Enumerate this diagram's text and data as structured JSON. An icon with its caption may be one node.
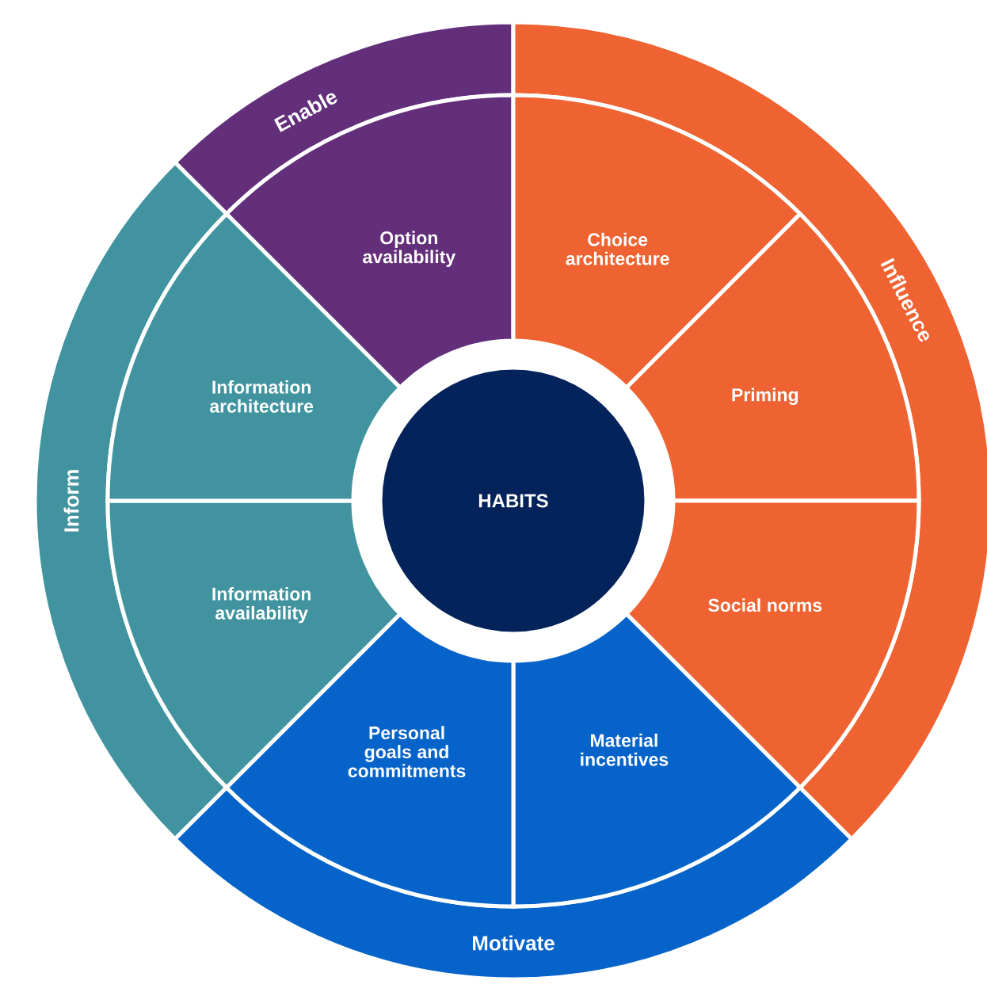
{
  "diagram": {
    "nodes": [
      {
        "text": [
          "Enable"
        ]
      },
      {
        "text": [
          "Influence"
        ]
      },
      {
        "text": [
          "Inform"
        ]
      },
      {
        "text": [
          "Motivate"
        ]
      },
      {
        "text": [
          "Option availability"
        ]
      },
      {
        "text": [
          "Choice architecture"
        ]
      },
      {
        "text": [
          "Priming"
        ]
      },
      {
        "text": [
          "Social norms"
        ]
      },
      {
        "text": [
          "Material incentives"
        ]
      },
      {
        "text": [
          "Personal goals and commitments"
        ]
      },
      {
        "text": [
          "Information availability"
        ]
      },
      {
        "text": [
          "Information architecture"
        ]
      },
      {
        "text": [
          "HABITS"
        ]
      }
    ]
  }
}
